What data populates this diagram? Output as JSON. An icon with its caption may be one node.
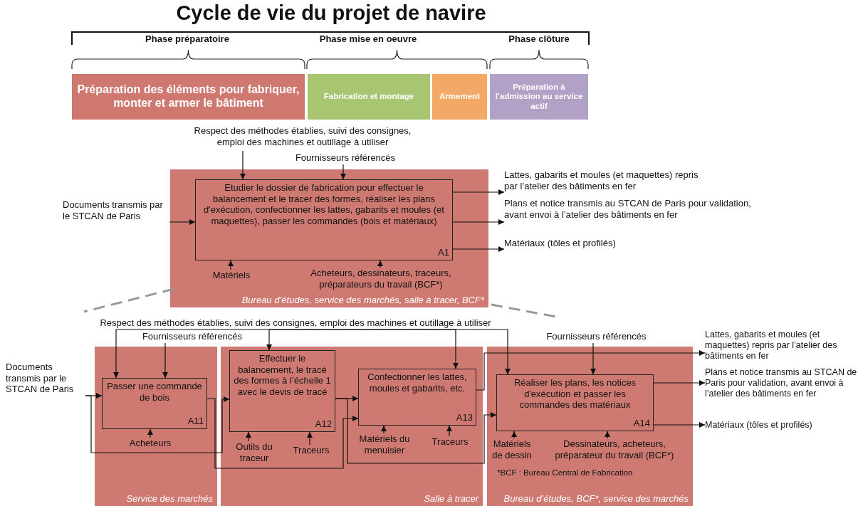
{
  "diagram": {
    "title": "Cycle de vie du projet de navire",
    "nodes": [
      {
        "text": [
          "Préparation des éléments pour fabriquer, monter et armer le bâtiment"
        ]
      },
      {
        "text": [
          "Fabrication et montage"
        ]
      },
      {
        "text": [
          "Armement"
        ]
      },
      {
        "text": [
          "Préparation à l’admission au service actif"
        ]
      },
      {
        "text": [
          "Bureau d’études, service des marchés, salle à tracer, BCF*"
        ]
      },
      {
        "text": [
          "Etudier le dossier de fabrication pour effectuer le balancement et le tracer des formes, réaliser les plans d'exécution, confectionner les lattes, gabarits et moules (et maquettes), passer les commandes (bois et matériaux)",
          "A1"
        ],
        "in": 4
      },
      {
        "text": [
          "Respect des méthodes établies, suivi des consignes, emploi des machines et outillage à utiliser"
        ]
      },
      {
        "text": [
          "Fournisseurs référencés"
        ]
      },
      {
        "text": [
          "Documents transmis par le STCAN de Paris"
        ]
      },
      {
        "text": [
          "Matériels"
        ],
        "in": 4
      },
      {
        "text": [
          "Acheteurs, dessinateurs, traceurs, préparateurs du travail (BCF*)"
        ],
        "in": 4
      },
      {
        "text": [
          "Lattes, gabarits et moules (et maquettes) repris par l’atelier des bâtiments en fer"
        ]
      },
      {
        "text": [
          "Plans et notice transmis au STCAN de Paris pour validation, avant envoi à l’atelier des bâtiments en fer"
        ]
      },
      {
        "text": [
          "Matériaux (tôles et profilés)"
        ]
      },
      {
        "text": [
          "Service des marchés"
        ]
      },
      {
        "text": [
          "Salle à tracer"
        ]
      },
      {
        "text": [
          "*BCF : Bureau Central de Fabrication",
          "Bureau d’études, BCF*, service des marchés"
        ]
      },
      {
        "text": [
          "Passer une commande de bois",
          "A11"
        ],
        "in": 14
      },
      {
        "text": [
          "Effectuer le balancement, le tracé des formes à l’échelle 1 avec le devis de tracé",
          "A12"
        ],
        "in": 15
      },
      {
        "text": [
          "Confectionner les lattes, moules et gabarits, etc.",
          "A13"
        ],
        "in": 15
      },
      {
        "text": [
          "Réaliser les plans, les notices d'exécution et passer les commandes des matériaux",
          "A14"
        ],
        "in": 16
      },
      {
        "text": [
          "Respect des méthodes établies, suivi des consignes, emploi des machines et outillage à utiliser"
        ]
      },
      {
        "text": [
          "Fournisseurs référencés"
        ]
      },
      {
        "text": [
          "Fournisseurs référencés"
        ]
      },
      {
        "text": [
          "Documents transmis par le STCAN de Paris"
        ]
      },
      {
        "text": [
          "Acheteurs"
        ],
        "in": 14
      },
      {
        "text": [
          "Outils du traceur"
        ],
        "in": 15
      },
      {
        "text": [
          "Traceurs"
        ],
        "in": 15
      },
      {
        "text": [
          "Matériels du menuisier"
        ],
        "in": 15
      },
      {
        "text": [
          "Traceurs"
        ],
        "in": 15
      },
      {
        "text": [
          "Matériels de dessin"
        ],
        "in": 16
      },
      {
        "text": [
          "Dessinateurs, acheteurs, préparateur du travail (BCF*)"
        ],
        "in": 16
      },
      {
        "text": [
          "Lattes, gabarits et moules (et maquettes) repris par l’atelier des bâtiments en fer"
        ]
      },
      {
        "text": [
          "Plans et notice transmis au STCAN de Paris pour validation, avant envoi à l’atelier des bâtiments en fer"
        ]
      },
      {
        "text": [
          "Matériaux (tôles et profilés)"
        ]
      }
    ],
    "edges": [
      {
        "from": 6,
        "to": 5,
        "arrow": "to"
      },
      {
        "from": 7,
        "to": 5,
        "arrow": "to"
      },
      {
        "from": 8,
        "to": 5,
        "arrow": "to"
      },
      {
        "from": 9,
        "to": 5,
        "arrow": "to"
      },
      {
        "from": 10,
        "to": 5,
        "arrow": "to"
      },
      {
        "from": 5,
        "to": 11,
        "arrow": "to"
      },
      {
        "from": 5,
        "to": 12,
        "arrow": "to"
      },
      {
        "from": 5,
        "to": 13,
        "arrow": "to"
      },
      {
        "from": 21,
        "to": 17,
        "arrow": "to"
      },
      {
        "from": 21,
        "to": 18,
        "arrow": "to"
      },
      {
        "from": 21,
        "to": 19,
        "arrow": "to"
      },
      {
        "from": 21,
        "to": 20,
        "arrow": "to"
      },
      {
        "from": 22,
        "to": 17,
        "arrow": "to"
      },
      {
        "from": 23,
        "to": 20,
        "arrow": "to"
      },
      {
        "from": 24,
        "to": 17,
        "arrow": "to"
      },
      {
        "from": 24,
        "to": 18,
        "arrow": "to"
      },
      {
        "from": 17,
        "to": 19,
        "arrow": "to"
      },
      {
        "from": 18,
        "to": 19,
        "arrow": "to"
      },
      {
        "from": 18,
        "to": 20,
        "arrow": "to"
      },
      {
        "from": 25,
        "to": 17,
        "arrow": "to"
      },
      {
        "from": 26,
        "to": 18,
        "arrow": "to"
      },
      {
        "from": 27,
        "to": 18,
        "arrow": "to"
      },
      {
        "from": 28,
        "to": 19,
        "arrow": "to"
      },
      {
        "from": 29,
        "to": 19,
        "arrow": "to"
      },
      {
        "from": 30,
        "to": 20,
        "arrow": "to"
      },
      {
        "from": 31,
        "to": 20,
        "arrow": "to"
      },
      {
        "from": 19,
        "to": 32,
        "arrow": "to"
      },
      {
        "from": 20,
        "to": 33,
        "arrow": "to"
      },
      {
        "from": 20,
        "to": 34,
        "arrow": "to"
      }
    ],
    "labels": [
      "Phase préparatoire",
      "Phase mise en oeuvre",
      "Phase clôture"
    ]
  }
}
